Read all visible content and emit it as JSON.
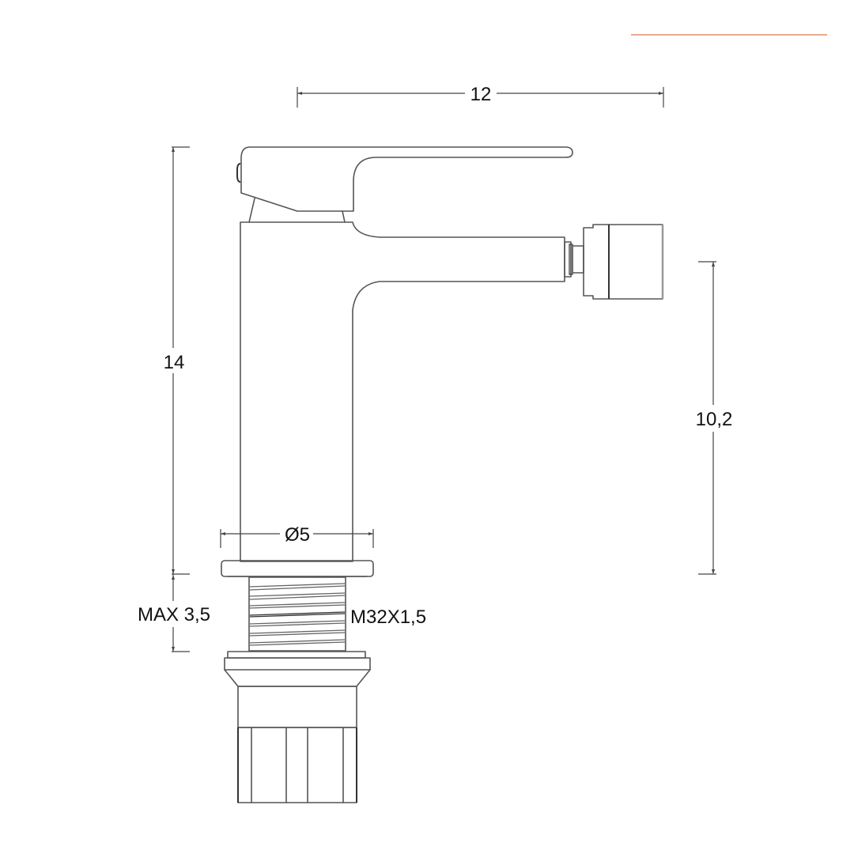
{
  "diagram": {
    "subject": "bidet mixer faucet technical drawing",
    "accent_color": "#e8a98e",
    "line_color": "#555555",
    "text_color": "#111111"
  },
  "dimensions": {
    "overall_width": "12",
    "overall_height": "14",
    "spout_height": "10,2",
    "base_diameter": "Ø5",
    "max_deck_thickness": "MAX 3,5",
    "thread_spec": "M32X1,5"
  }
}
